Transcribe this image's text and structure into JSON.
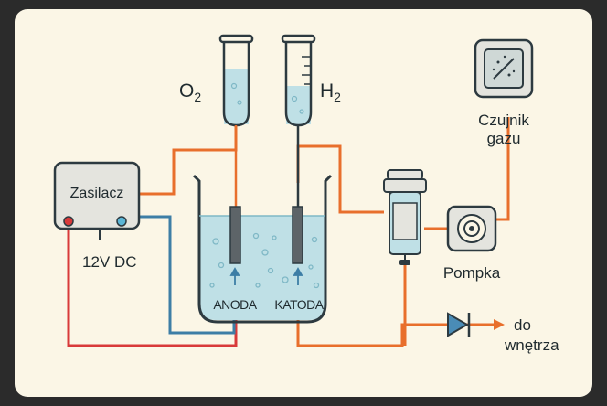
{
  "labels": {
    "power_supply": "Zasilacz",
    "voltage": "12V DC",
    "anode": "ANODA",
    "cathode": "KATODA",
    "oxygen": "O",
    "oxygen_sub": "2",
    "hydrogen": "H",
    "hydrogen_sub": "2",
    "sensor_line1": "Czujnik",
    "sensor_line2": "gazu",
    "pump": "Pompka",
    "outlet_line1": "do",
    "outlet_line2": "wnętrza"
  },
  "colors": {
    "outline": "#2d3a40",
    "red_wire": "#d83a3a",
    "blue_wire": "#3d7ea6",
    "orange_tube": "#e86f2c",
    "water": "#bfe0e6",
    "electrode": "#5d6468",
    "background": "#fbf6e6"
  }
}
